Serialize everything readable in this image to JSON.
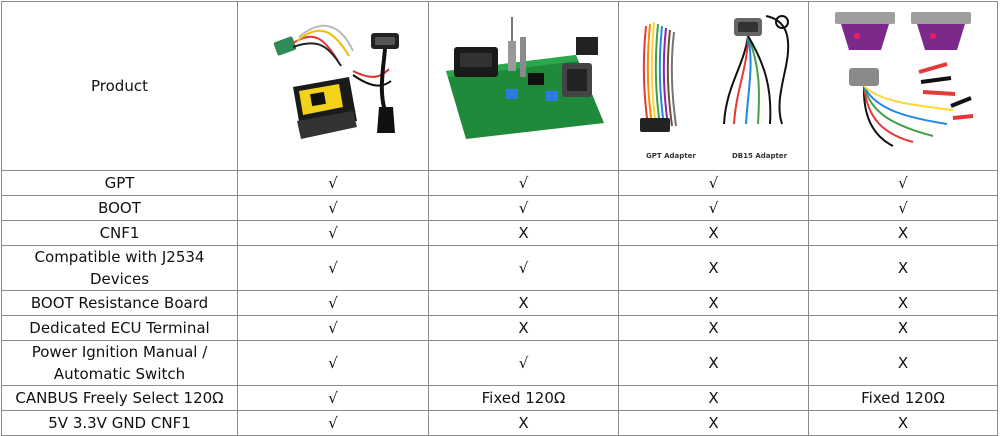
{
  "header": {
    "product_label": "Product"
  },
  "products": [
    {
      "icon": "gpt-device-kit-image",
      "caption": ""
    },
    {
      "icon": "boot-green-circuit-board-image",
      "caption": ""
    },
    {
      "icon": "gpt-and-db15-adapter-cables-image",
      "caption_left": "GPT Adapter",
      "caption_right": "DB15 Adapter"
    },
    {
      "icon": "adapter-cables-with-clips-image",
      "caption": ""
    }
  ],
  "rows": [
    {
      "label": "GPT",
      "values": [
        "√",
        "√",
        "√",
        "√"
      ]
    },
    {
      "label": "BOOT",
      "values": [
        "√",
        "√",
        "√",
        "√"
      ]
    },
    {
      "label": "CNF1",
      "values": [
        "√",
        "X",
        "X",
        "X"
      ]
    },
    {
      "label": "Compatible with J2534 Devices",
      "values": [
        "√",
        "√",
        "X",
        "X"
      ]
    },
    {
      "label": "BOOT Resistance Board",
      "values": [
        "√",
        "X",
        "X",
        "X"
      ]
    },
    {
      "label": "Dedicated ECU Terminal",
      "values": [
        "√",
        "X",
        "X",
        "X"
      ]
    },
    {
      "label": "Power Ignition Manual / Automatic Switch",
      "values": [
        "√",
        "√",
        "X",
        "X"
      ]
    },
    {
      "label": "CANBUS Freely Select 120Ω",
      "values": [
        "√",
        "Fixed 120Ω",
        "X",
        "Fixed 120Ω"
      ]
    },
    {
      "label": "5V 3.3V GND CNF1",
      "values": [
        "√",
        "X",
        "X",
        "X"
      ]
    }
  ]
}
